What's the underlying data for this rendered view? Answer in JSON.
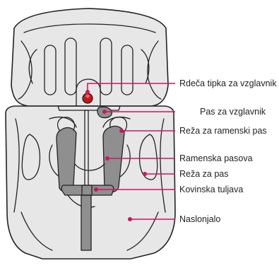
{
  "colors": {
    "accent": "#d4145a",
    "seat_fill": "#e7e7e7",
    "strap_fill": "#8f8f8f",
    "red_button": "#e8161b"
  },
  "labels": {
    "headrest_button": "Rdeča tipka za vzglavnik",
    "headrest_strap": "Pas za vzglavnik",
    "shoulder_slot": "Reža za ramenski pas",
    "shoulder_straps": "Ramenska pasova",
    "belt_slot": "Reža za pas",
    "metal_sleeve": "Kovinska tuljava",
    "backrest": "Naslonjalo"
  }
}
